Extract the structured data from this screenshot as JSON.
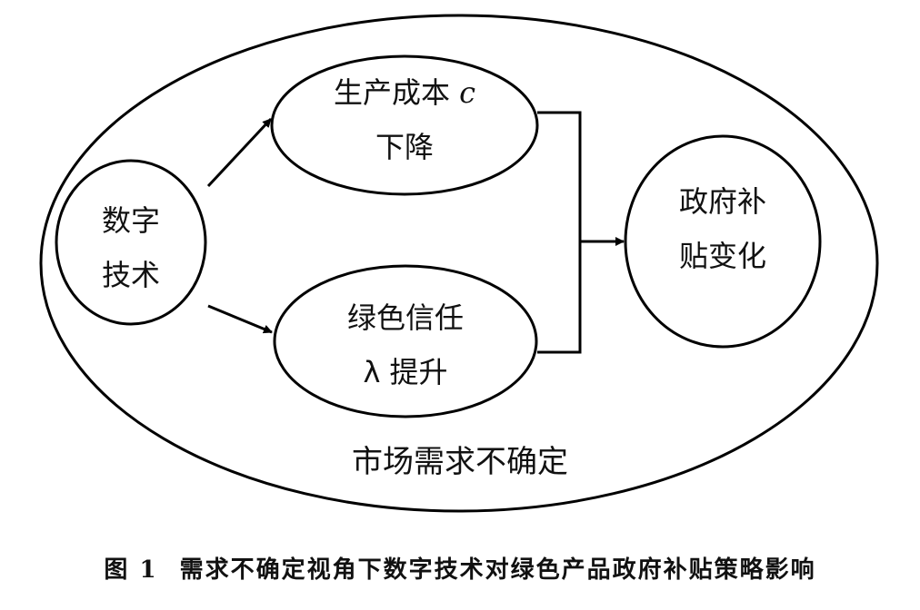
{
  "diagram": {
    "outer": {
      "label": "市场需求不确定"
    },
    "nodes": {
      "digital": {
        "line1": "数字",
        "line2": "技术"
      },
      "cost": {
        "line1_text": "生产成本 ",
        "line1_symbol": "c",
        "line2": "下降"
      },
      "trust": {
        "line1": "绿色信任",
        "line2_symbol": "λ",
        "line2_text": " 提升"
      },
      "subsidy": {
        "line1": "政府补",
        "line2": "贴变化"
      }
    }
  },
  "caption": {
    "number": "图 1",
    "text": "需求不确定视角下数字技术对绿色产品政府补贴策略影响"
  }
}
